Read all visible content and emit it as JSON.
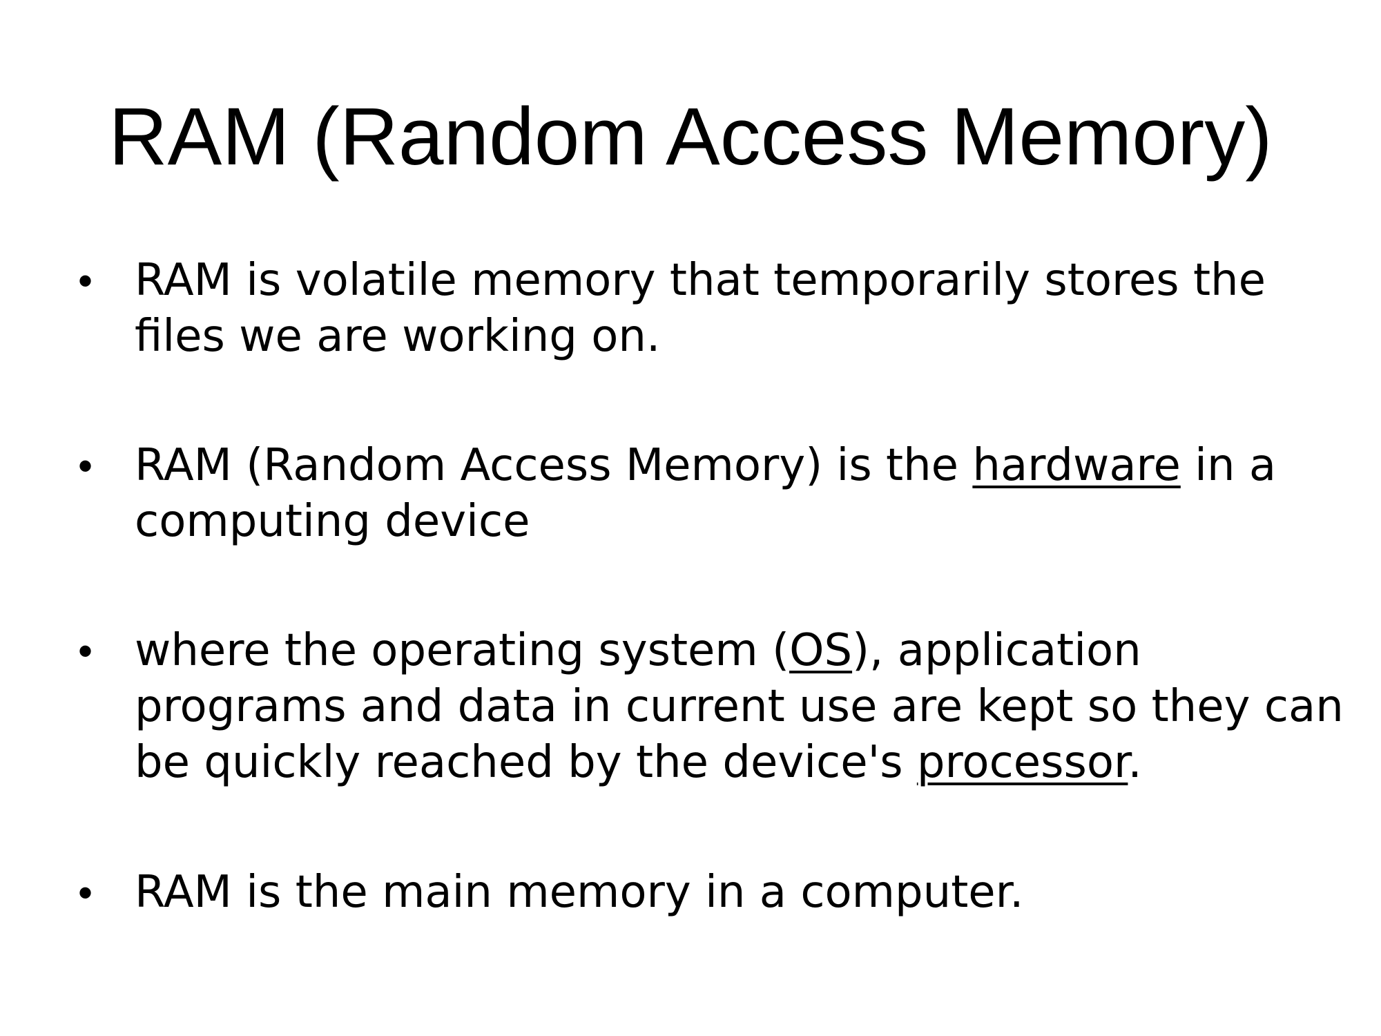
{
  "slide": {
    "title": "RAM (Random Access Memory)",
    "bullet_symbol": "•",
    "bullets": [
      {
        "lines": [
          [
            "RAM is volatile memory that temporarily stores the"
          ],
          [
            "files we are working on."
          ]
        ]
      },
      {
        "lines": [
          [
            "RAM (Random Access Memory) is the ",
            "hardware",
            " in a"
          ],
          [
            "computing device"
          ]
        ]
      },
      {
        "lines": [
          [
            "where the operating system (",
            "OS",
            "), application"
          ],
          [
            "programs and data in current use are kept so they can"
          ],
          [
            "be quickly reached by the device's ",
            "processor",
            "."
          ]
        ]
      },
      {
        "lines": [
          [
            "RAM is the main memory in a computer."
          ]
        ]
      }
    ]
  }
}
